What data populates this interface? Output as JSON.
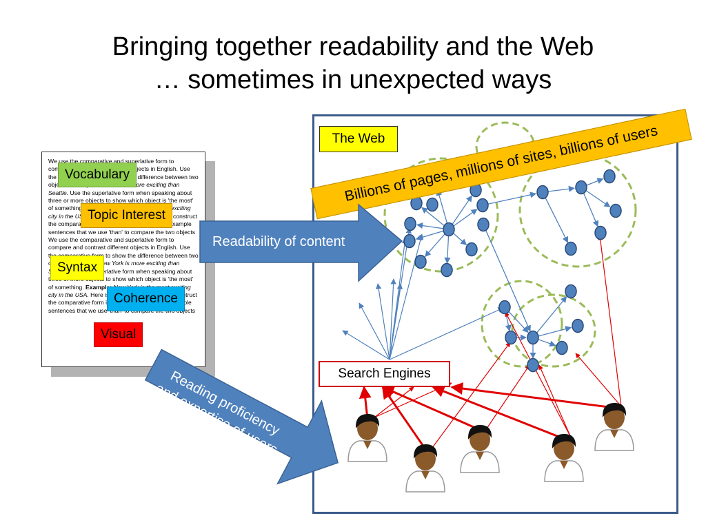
{
  "title": {
    "line1": "Bringing together readability and the Web",
    "line2": "… sometimes in unexpected ways"
  },
  "document": {
    "paragraphs": [
      [
        {
          "t": "We use the comparative and superlative form to compare and contrast different objects in English. Use the comparative form to show the difference between two objects. "
        },
        {
          "t": "Example: ",
          "b": true
        },
        {
          "t": "New York is more exciting than Seattle.",
          "i": true
        },
        {
          "t": " Use the superlative form when speaking about three or more objects to show which object is 'the most' of something. "
        },
        {
          "t": "Example: ",
          "b": true
        },
        {
          "t": "New York is the most exciting city in the USA.",
          "i": true
        },
        {
          "t": " Here is a chart showing how to construct the comparative form in English. Notice in the example sentences that we use 'than' to compare the two objects We use the comparative and superlative form to compare and contrast different objects in English. Use the comparative form to show the difference between two objects. "
        },
        {
          "t": "Example: ",
          "b": true
        },
        {
          "t": "New York is more exciting than Seattle.",
          "i": true
        },
        {
          "t": " Use the superlative form when speaking about three or more objects to show which object is 'the most' of something. "
        },
        {
          "t": "Example: ",
          "b": true
        },
        {
          "t": "New York is the most exciting city in the USA.",
          "i": true
        },
        {
          "t": " Here is a chart showing how to construct the comparative form in English. Notice in the example sentences that we use 'than' to compare the two objects"
        }
      ]
    ]
  },
  "features": [
    {
      "label": "Vocabulary",
      "color": "#92d050"
    },
    {
      "label": "Topic Interest",
      "color": "#ffc000"
    },
    {
      "label": "Syntax",
      "color": "#ffff00"
    },
    {
      "label": "Coherence",
      "color": "#00b0f0"
    },
    {
      "label": "Visual",
      "color": "#ff0000"
    }
  ],
  "arrows": {
    "readability": "Readability of content",
    "reading_line1": "Reading proficiency",
    "reading_line2": "and expertise of users",
    "arrow_color": "#4f81bd"
  },
  "web": {
    "label": "The Web",
    "banner": "Billions of pages, millions of sites, billions of users",
    "search_engines": "Search Engines",
    "node_color": "#4f81bd",
    "cluster_color": "#9bbb59",
    "query_color": "#e00000",
    "user_count": 5
  }
}
